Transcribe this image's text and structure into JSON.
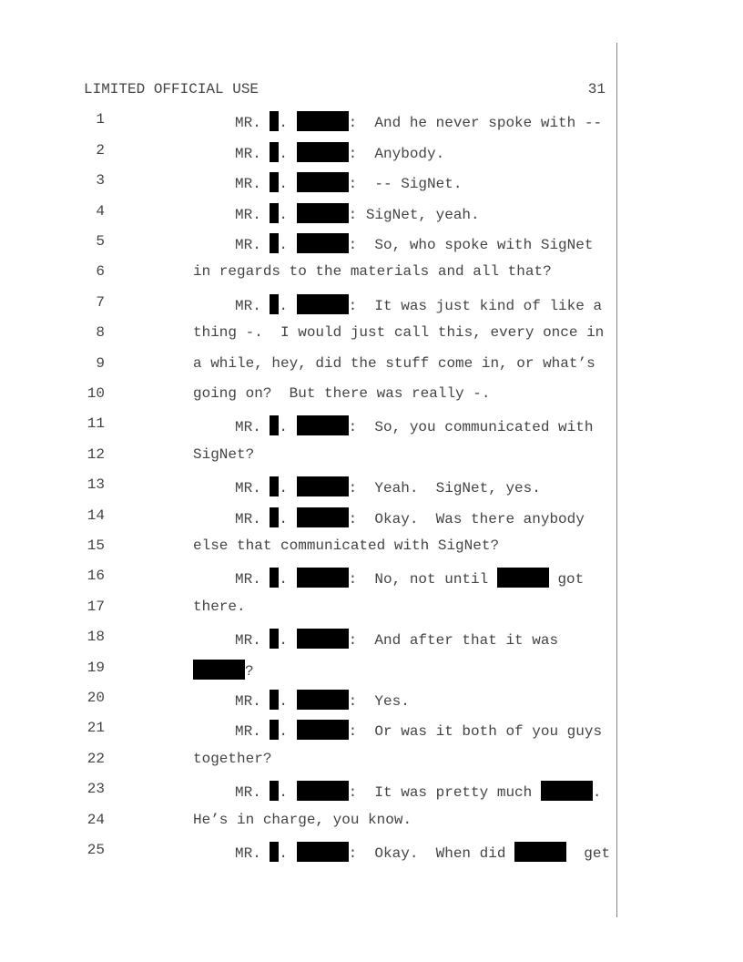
{
  "header": {
    "left": "LIMITED OFFICIAL USE",
    "page_number": "31"
  },
  "lines": [
    {
      "n": "1",
      "indent": true,
      "segs": [
        "MR. ",
        {
          "r": "initial"
        },
        ". ",
        {
          "r": "name"
        },
        ":  And he never spoke with --"
      ]
    },
    {
      "n": "2",
      "indent": true,
      "segs": [
        "MR. ",
        {
          "r": "initial"
        },
        ". ",
        {
          "r": "name"
        },
        ":  Anybody."
      ]
    },
    {
      "n": "3",
      "indent": true,
      "segs": [
        "MR. ",
        {
          "r": "initial"
        },
        ". ",
        {
          "r": "name"
        },
        ":  -- SigNet."
      ]
    },
    {
      "n": "4",
      "indent": true,
      "segs": [
        "MR. ",
        {
          "r": "initial"
        },
        ". ",
        {
          "r": "name"
        },
        ": SigNet, yeah."
      ]
    },
    {
      "n": "5",
      "indent": true,
      "segs": [
        "MR. ",
        {
          "r": "initial"
        },
        ". ",
        {
          "r": "name"
        },
        ":  So, who spoke with SigNet"
      ]
    },
    {
      "n": "6",
      "indent": false,
      "segs": [
        "in regards to the materials and all that?"
      ]
    },
    {
      "n": "7",
      "indent": true,
      "segs": [
        "MR. ",
        {
          "r": "initial"
        },
        ". ",
        {
          "r": "name"
        },
        ":  It was just kind of like a"
      ]
    },
    {
      "n": "8",
      "indent": false,
      "segs": [
        "thing -.  I would just call this, every once in"
      ]
    },
    {
      "n": "9",
      "indent": false,
      "segs": [
        "a while, hey, did the stuff come in, or what’s"
      ]
    },
    {
      "n": "10",
      "indent": false,
      "segs": [
        "going on?  But there was really -."
      ]
    },
    {
      "n": "11",
      "indent": true,
      "segs": [
        "MR. ",
        {
          "r": "initial"
        },
        ". ",
        {
          "r": "name"
        },
        ":  So, you communicated with"
      ]
    },
    {
      "n": "12",
      "indent": false,
      "segs": [
        "SigNet?"
      ]
    },
    {
      "n": "13",
      "indent": true,
      "segs": [
        "MR. ",
        {
          "r": "initial"
        },
        ". ",
        {
          "r": "name"
        },
        ":  Yeah.  SigNet, yes."
      ]
    },
    {
      "n": "14",
      "indent": true,
      "segs": [
        "MR. ",
        {
          "r": "initial"
        },
        ". ",
        {
          "r": "name"
        },
        ":  Okay.  Was there anybody"
      ]
    },
    {
      "n": "15",
      "indent": false,
      "segs": [
        "else that communicated with SigNet?"
      ]
    },
    {
      "n": "16",
      "indent": true,
      "segs": [
        "MR. ",
        {
          "r": "initial"
        },
        ". ",
        {
          "r": "name"
        },
        ":  No, not until ",
        {
          "r": "name"
        },
        " got"
      ]
    },
    {
      "n": "17",
      "indent": false,
      "segs": [
        "there."
      ]
    },
    {
      "n": "18",
      "indent": true,
      "segs": [
        "MR. ",
        {
          "r": "initial"
        },
        ". ",
        {
          "r": "name"
        },
        ":  And after that it was"
      ]
    },
    {
      "n": "19",
      "indent": false,
      "segs": [
        {
          "r": "name"
        },
        "?"
      ]
    },
    {
      "n": "20",
      "indent": true,
      "segs": [
        "MR. ",
        {
          "r": "initial"
        },
        ". ",
        {
          "r": "name"
        },
        ":  Yes."
      ]
    },
    {
      "n": "21",
      "indent": true,
      "segs": [
        "MR. ",
        {
          "r": "initial"
        },
        ". ",
        {
          "r": "name"
        },
        ":  Or was it both of you guys"
      ]
    },
    {
      "n": "22",
      "indent": false,
      "segs": [
        "together?"
      ]
    },
    {
      "n": "23",
      "indent": true,
      "segs": [
        "MR. ",
        {
          "r": "initial"
        },
        ". ",
        {
          "r": "name"
        },
        ":  It was pretty much ",
        {
          "r": "name"
        },
        "."
      ]
    },
    {
      "n": "24",
      "indent": false,
      "segs": [
        "He’s in charge, you know."
      ]
    },
    {
      "n": "25",
      "indent": true,
      "segs": [
        "MR. ",
        {
          "r": "initial"
        },
        ". ",
        {
          "r": "name"
        },
        ":  Okay.  When did ",
        {
          "r": "name"
        },
        "  get"
      ]
    }
  ]
}
